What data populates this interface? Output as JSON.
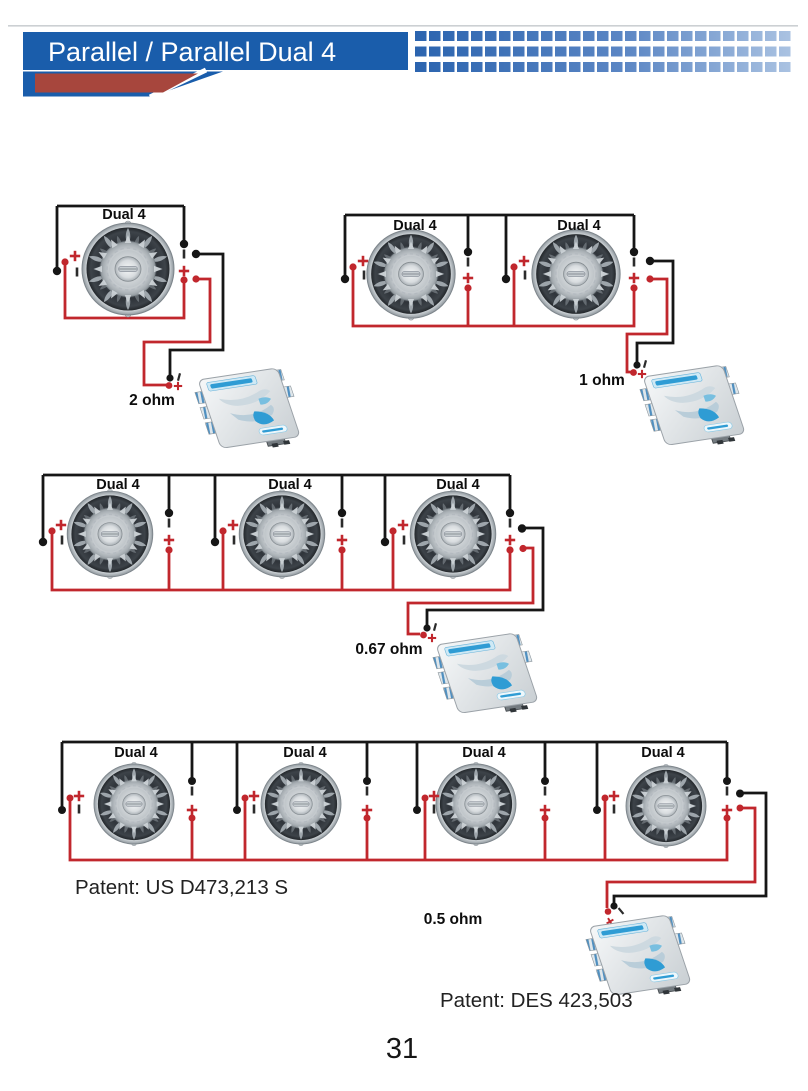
{
  "header": {
    "title": "Parallel / Parallel Dual 4",
    "bar_color": "#1a5dab",
    "accent_color": "#a7463d"
  },
  "diagrams": [
    {
      "speaker_count": 1,
      "impedance_label": "2 ohm",
      "speaker_labels": [
        "Dual 4"
      ]
    },
    {
      "speaker_count": 2,
      "impedance_label": "1 ohm",
      "speaker_labels": [
        "Dual 4",
        "Dual 4"
      ]
    },
    {
      "speaker_count": 3,
      "impedance_label": "0.67 ohm",
      "speaker_labels": [
        "Dual 4",
        "Dual 4",
        "Dual 4"
      ]
    },
    {
      "speaker_count": 4,
      "impedance_label": "0.5 ohm",
      "speaker_labels": [
        "Dual 4",
        "Dual 4",
        "Dual 4",
        "Dual 4"
      ]
    }
  ],
  "patents": {
    "speaker_patent": "Patent: US D473,213 S",
    "amplifier_patent": "Patent: DES 423,503"
  },
  "page_number": "31",
  "terminal_symbols": {
    "positive": "+",
    "negative": "−"
  },
  "colors": {
    "positive_wire": "#c1272d",
    "negative_wire": "#161616"
  }
}
